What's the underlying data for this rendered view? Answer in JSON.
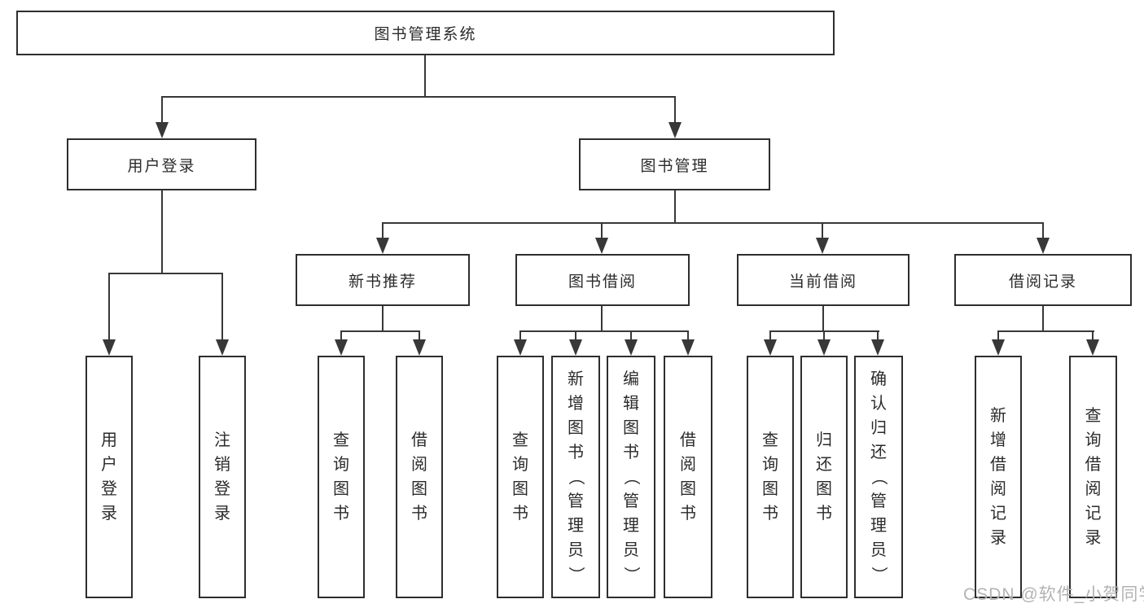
{
  "title": "图书管理系统",
  "colors": {
    "line": "#383838",
    "border": "#2e2e2e",
    "text": "#2b2b2b",
    "watermark": "#b3b3b3",
    "background": "#ffffff"
  },
  "watermark": {
    "text": "CSDN @软件_小贺同学"
  },
  "tree": {
    "root": {
      "label": "图书管理系统",
      "children": [
        {
          "label": "用户登录",
          "children": [
            {
              "label": "用户登录"
            },
            {
              "label": "注销登录"
            }
          ]
        },
        {
          "label": "图书管理",
          "children": [
            {
              "label": "新书推荐",
              "children": [
                {
                  "label": "查询图书"
                },
                {
                  "label": "借阅图书"
                }
              ]
            },
            {
              "label": "图书借阅",
              "children": [
                {
                  "label": "查询图书"
                },
                {
                  "label": "新增图书（管理员）"
                },
                {
                  "label": "编辑图书（管理员）"
                },
                {
                  "label": "借阅图书"
                }
              ]
            },
            {
              "label": "当前借阅",
              "children": [
                {
                  "label": "查询图书"
                },
                {
                  "label": "归还图书"
                },
                {
                  "label": "确认归还（管理员）"
                }
              ]
            },
            {
              "label": "借阅记录",
              "children": [
                {
                  "label": "新增借阅记录"
                },
                {
                  "label": "查询借阅记录"
                }
              ]
            }
          ]
        }
      ]
    }
  }
}
